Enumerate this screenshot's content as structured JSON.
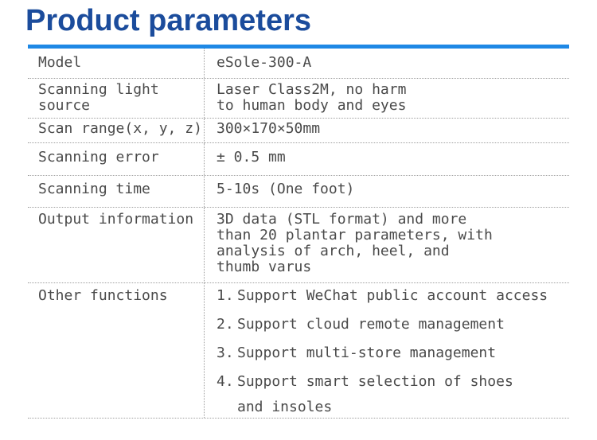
{
  "page": {
    "title": "Product parameters",
    "colors": {
      "title_blue": "#1b4c9c",
      "accent_line_blue": "#1e88e5",
      "body_text_gray": "#4a4a4a",
      "dotted_divider_gray": "#9f9f9f",
      "background": "#ffffff"
    }
  },
  "table": {
    "rows": [
      {
        "label_lines": [
          "Model"
        ],
        "value_lines": [
          "eSole-300-A"
        ]
      },
      {
        "label_lines": [
          "Scanning light",
          "source"
        ],
        "value_lines": [
          "Laser Class2M, no harm",
          "to human body and eyes"
        ]
      },
      {
        "label_lines": [
          "Scan range(x, y, z)"
        ],
        "value_lines": [
          "300×170×50mm"
        ]
      },
      {
        "label_lines": [
          "Scanning error"
        ],
        "value_lines": [
          "± 0.5 mm"
        ]
      },
      {
        "label_lines": [
          "Scanning time"
        ],
        "value_lines": [
          "5-10s (One foot)"
        ]
      },
      {
        "label_lines": [
          "Output information"
        ],
        "value_lines": [
          "3D data (STL format) and more",
          "than 20 plantar parameters, with",
          "analysis of arch, heel, and",
          "thumb varus"
        ]
      },
      {
        "label_lines": [
          "Other functions"
        ],
        "items": [
          {
            "prefix": "1.",
            "lines": [
              "Support WeChat public account access"
            ]
          },
          {
            "prefix": "2.",
            "lines": [
              "Support cloud remote management"
            ]
          },
          {
            "prefix": "3.",
            "lines": [
              "Support multi-store management"
            ]
          },
          {
            "prefix": "4.",
            "lines": [
              "Support smart selection of shoes",
              "and insoles"
            ]
          }
        ]
      }
    ]
  }
}
